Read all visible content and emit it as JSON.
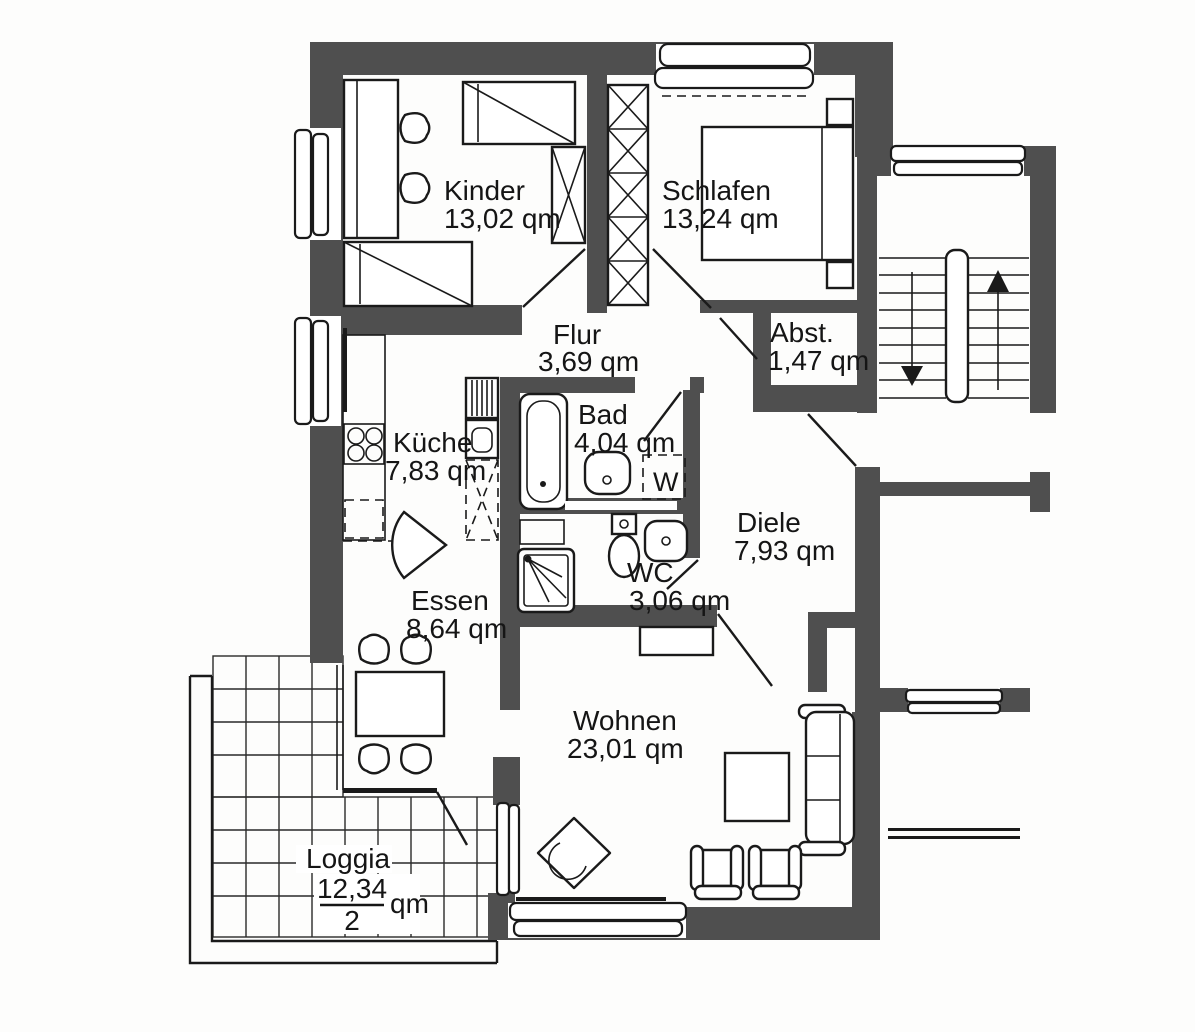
{
  "plan": {
    "rooms": [
      {
        "id": "kinder",
        "name": "Kinder",
        "area": "13,02 qm"
      },
      {
        "id": "schlafen",
        "name": "Schlafen",
        "area": "13,24 qm"
      },
      {
        "id": "flur",
        "name": "Flur",
        "area": "3,69 qm"
      },
      {
        "id": "abst",
        "name": "Abst.",
        "area": "1,47 qm"
      },
      {
        "id": "kueche",
        "name": "Küche",
        "area": "7,83 qm"
      },
      {
        "id": "bad",
        "name": "Bad",
        "area": "4,04 qm"
      },
      {
        "id": "wc",
        "name": "WC",
        "area": "3,06 qm"
      },
      {
        "id": "diele",
        "name": "Diele",
        "area": "7,93 qm"
      },
      {
        "id": "essen",
        "name": "Essen",
        "area": "8,64 qm"
      },
      {
        "id": "wohnen",
        "name": "Wohnen",
        "area": "23,01 qm"
      },
      {
        "id": "loggia",
        "name": "Loggia",
        "area_numerator": "12,34",
        "area_denominator": "2",
        "unit": "qm"
      }
    ],
    "fixtures": {
      "washer_label": "W"
    },
    "colors": {
      "wall": "#4f4f4f",
      "line": "#1a1a1a",
      "background": "#ffffff"
    }
  }
}
